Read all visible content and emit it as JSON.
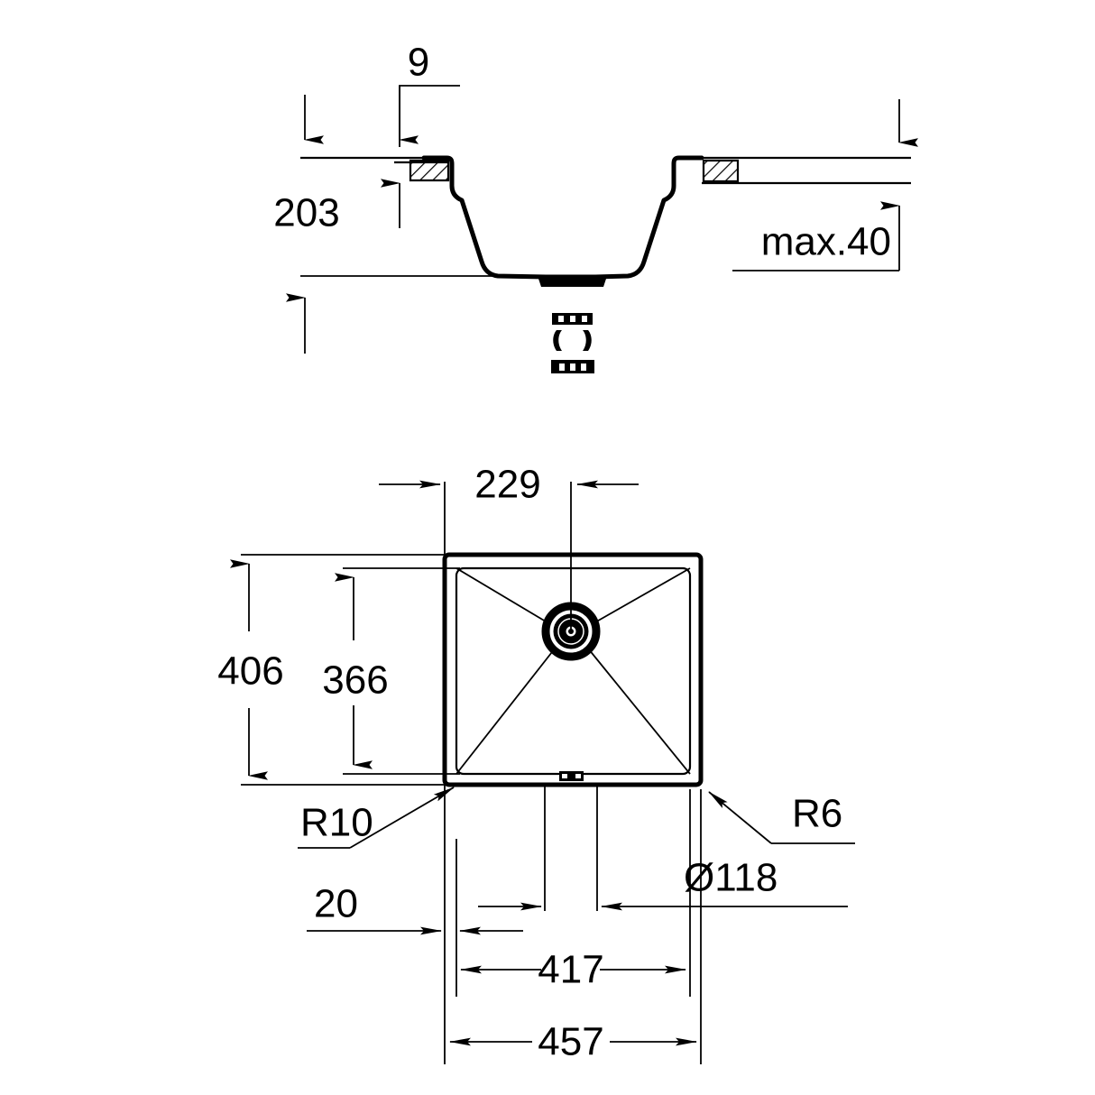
{
  "drawing": {
    "title": "Kitchen sink technical dimension drawing",
    "units": "mm",
    "line_color": "#000000",
    "background_color": "#ffffff"
  },
  "section_view": {
    "name": "cross-section-elevation",
    "dimensions": {
      "rim_thickness": "9",
      "bowl_depth": "203",
      "worktop_thickness": "max.40"
    }
  },
  "plan_view": {
    "name": "top-plan",
    "dimensions": {
      "drain_offset_from_left": "229",
      "outer_height": "406",
      "inner_height": "366",
      "corner_radius_inner": "R10",
      "corner_radius_outer": "R6",
      "rim_width": "20",
      "inner_width": "417",
      "outer_width": "457",
      "drain_diameter": "Ø118"
    }
  },
  "labels": {
    "nine": "9",
    "two_zero_three": "203",
    "max_forty": "max.40",
    "two_two_nine": "229",
    "four_zero_six": "406",
    "three_six_six": "366",
    "r_ten": "R10",
    "r_six": "R6",
    "twenty": "20",
    "four_one_seven": "417",
    "four_five_seven": "457",
    "diameter_118": "Ø118"
  }
}
